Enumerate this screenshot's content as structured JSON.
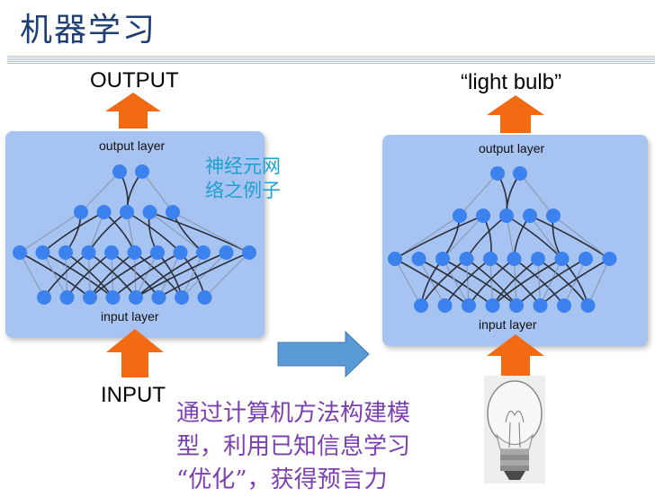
{
  "title": "机器学习",
  "left_net": {
    "output_label": "OUTPUT",
    "input_label": "INPUT",
    "output_layer_label": "output layer",
    "input_layer_label": "input layer",
    "annotation_line1": "神经元网",
    "annotation_line2": "络之例子"
  },
  "right_net": {
    "output_label": "“light bulb”",
    "output_layer_label": "output layer",
    "input_layer_label": "input layer"
  },
  "caption": {
    "line1": "通过计算机方法构建模",
    "line2": "型，利用已知信息学习",
    "line3": "“优化”，获得预言力"
  },
  "colors": {
    "arrow": "#f26a11",
    "panel": "#a7c3f2",
    "node": "#3b82ef",
    "edge": "#2b2f3a",
    "transition_arrow": "#5b9bd5"
  },
  "icons": {
    "bulb": "light-bulb-icon"
  }
}
